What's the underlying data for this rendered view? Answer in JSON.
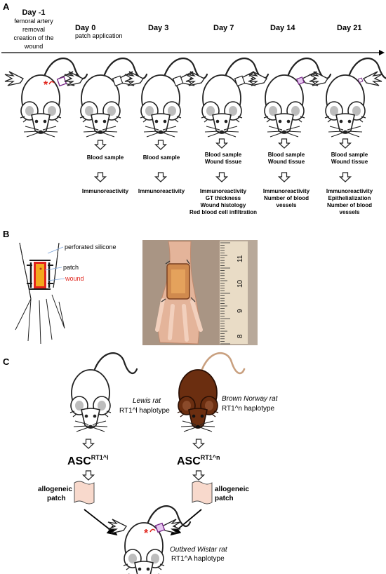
{
  "panel_a": {
    "label": "A",
    "timepoints": [
      {
        "day": "Day -1",
        "note": [
          "femoral artery",
          "removal",
          "creation of the",
          "wound"
        ]
      },
      {
        "day": "Day 0",
        "note": [
          "patch application"
        ]
      },
      {
        "day": "Day 3",
        "note": []
      },
      {
        "day": "Day 7",
        "note": []
      },
      {
        "day": "Day 14",
        "note": []
      },
      {
        "day": "Day 21",
        "note": []
      }
    ],
    "samples": [
      {
        "sample": [
          "Blood sample"
        ],
        "measures": [
          "Immunoreactivity"
        ]
      },
      {
        "sample": [
          "Blood sample"
        ],
        "measures": [
          "Immunoreactivity"
        ]
      },
      {
        "sample": [
          "Blood sample",
          "Wound tissue"
        ],
        "measures": [
          "Immunoreactivity",
          "GT thickness",
          "Wound histology",
          "Red blood cell infiltration"
        ]
      },
      {
        "sample": [
          "Blood sample",
          "Wound tissue"
        ],
        "measures": [
          "Immunoreactivity",
          "Number of blood",
          "vessels"
        ]
      },
      {
        "sample": [
          "Blood sample",
          "Wound tissue"
        ],
        "measures": [
          "Immunoreactivity",
          "Epithelialization",
          "Number of blood",
          "vessels"
        ]
      }
    ]
  },
  "panel_b": {
    "label": "B",
    "legend": {
      "silicone": "perforated silicone",
      "patch": "patch",
      "wound": "wound"
    },
    "ruler_numbers": [
      "11",
      "10",
      "9",
      "8"
    ],
    "colors": {
      "wound": "#e0241c",
      "patch": "#f2a81d",
      "silicone": "#1a1a1a"
    }
  },
  "panel_c": {
    "label": "C",
    "donor1": {
      "strain": "Lewis rat",
      "haplotype": "RT1^l haplotype",
      "asc": "ASC",
      "asc_sup": "RT1^l",
      "patch": [
        "allogeneic",
        "patch"
      ]
    },
    "donor2": {
      "strain": "Brown Norway rat",
      "haplotype": "RT1^n haplotype",
      "asc": "ASC",
      "asc_sup": "RT1^n",
      "patch": [
        "allogeneic",
        "patch"
      ]
    },
    "recipient": {
      "strain": "Outbred Wistar rat",
      "haplotype": "RT1^A haplotype"
    },
    "colors": {
      "brown_rat": "#6b2e10",
      "patch_fill": "#f8d9cc"
    }
  }
}
